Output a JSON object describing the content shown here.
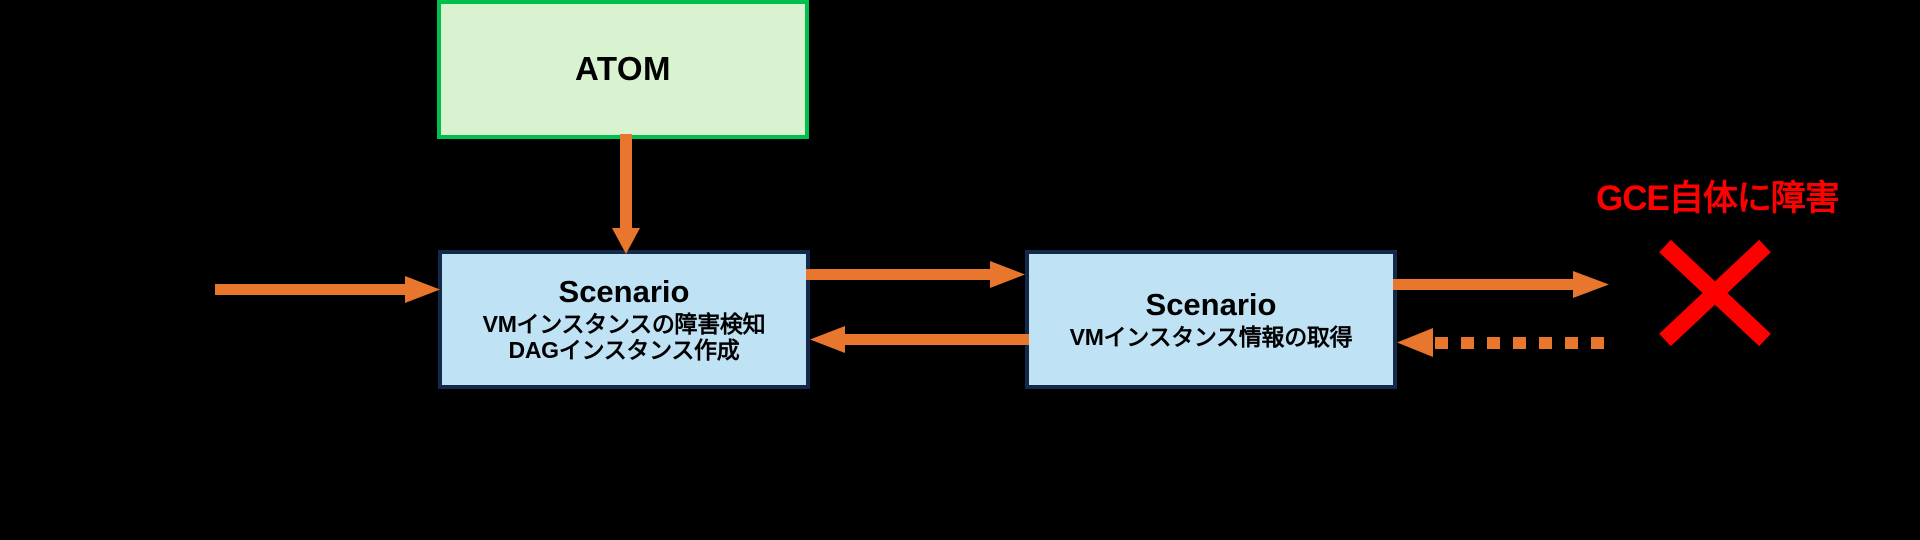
{
  "diagram": {
    "type": "flow-diagram",
    "background_color": "#000000",
    "nodes": [
      {
        "id": "atom",
        "label": "ATOM",
        "fill": "#d9f2d0",
        "stroke": "#00bf4d"
      },
      {
        "id": "scenario-1",
        "title": "Scenario",
        "line2": "VMインスタンスの障害検知",
        "line3": "DAGインスタンス作成",
        "fill": "#bfe2f5",
        "stroke": "#12294a"
      },
      {
        "id": "scenario-2",
        "title": "Scenario",
        "line2": "VMインスタンス情報の取得",
        "fill": "#bfe2f5",
        "stroke": "#12294a"
      }
    ],
    "edges": [
      {
        "id": "inbound-to-scenario-1",
        "style": "solid",
        "direction": "right",
        "color": "#e8762c"
      },
      {
        "id": "atom-to-scenario-1",
        "style": "solid",
        "direction": "down",
        "color": "#e8762c"
      },
      {
        "id": "scenario-1-to-scenario-2",
        "style": "solid",
        "direction": "right",
        "color": "#e8762c"
      },
      {
        "id": "scenario-2-to-scenario-1",
        "style": "solid",
        "direction": "left",
        "color": "#e8762c"
      },
      {
        "id": "scenario-2-to-gce",
        "style": "solid",
        "direction": "right",
        "color": "#e8762c"
      },
      {
        "id": "gce-to-scenario-2",
        "style": "dotted",
        "direction": "left",
        "color": "#e8762c"
      }
    ],
    "annotation": {
      "text": "GCE自体に障害",
      "color": "#ff0000",
      "marker": "x-mark"
    }
  }
}
